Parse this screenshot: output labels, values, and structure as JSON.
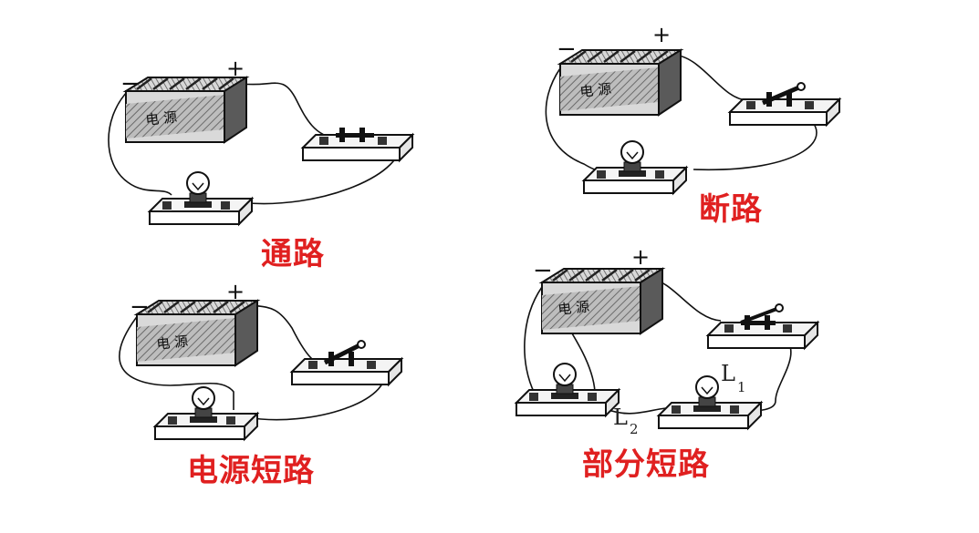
{
  "panels": [
    {
      "caption": "通路",
      "battery_label": "电  源",
      "neg": "−",
      "pos": "+",
      "colors": {
        "caption": "#e02020"
      }
    },
    {
      "caption": "断路",
      "battery_label": "电  源",
      "neg": "−",
      "pos": "+"
    },
    {
      "caption": "电源短路",
      "battery_label": "电  源",
      "neg": "−",
      "pos": "+"
    },
    {
      "caption": "部分短路",
      "battery_label": "电  源",
      "neg": "−",
      "pos": "+",
      "lamp_labels": {
        "L1": "L",
        "L1_sub": "1",
        "L2": "L",
        "L2_sub": "2"
      }
    }
  ]
}
